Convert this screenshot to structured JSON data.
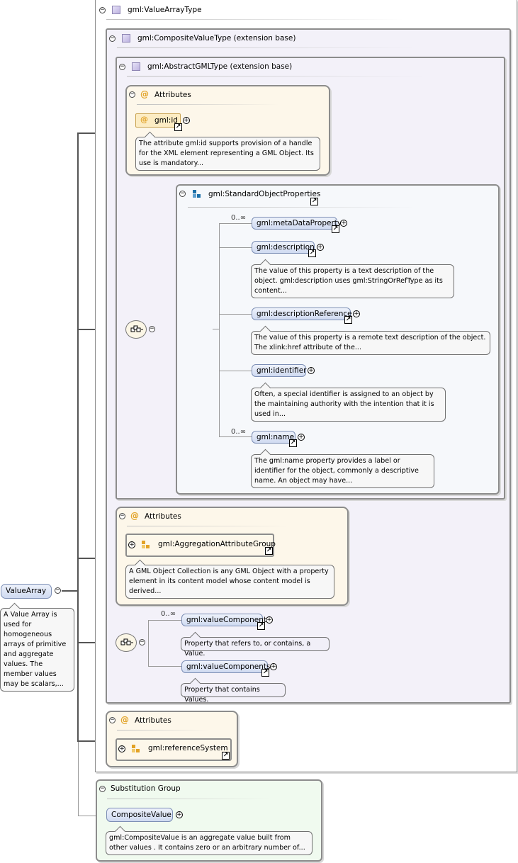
{
  "root_element": {
    "label": "ValueArray",
    "doc": "A Value Array is used for homogeneous arrays of primitive and aggregate values. The member values may be scalars,..."
  },
  "value_array_type": {
    "title": "gml:ValueArrayType"
  },
  "composite_value_type": {
    "title": "gml:CompositeValueType (extension base)"
  },
  "abstract_gml_type": {
    "title": "gml:AbstractGMLType (extension base)"
  },
  "attributes_1": {
    "title": "Attributes",
    "attribute": "gml:id",
    "doc": "The attribute gml:id supports provision of a handle for the XML element representing a GML Object. Its use is mandatory..."
  },
  "standard_object_properties": {
    "title": "gml:StandardObjectProperties",
    "items": [
      {
        "label": "gml:metaDataProperty",
        "card": "0..∞",
        "doc": ""
      },
      {
        "label": "gml:description",
        "card": "",
        "doc": "The value of this property is a text description of the object. gml:description uses gml:StringOrRefType as its content..."
      },
      {
        "label": "gml:descriptionReference",
        "card": "",
        "doc": "The value of this property is a remote text description of the object. The xlink:href attribute of the..."
      },
      {
        "label": "gml:identifier",
        "card": "",
        "doc": "Often, a special identifier is assigned to an object by the maintaining authority with the intention that it is used in..."
      },
      {
        "label": "gml:name",
        "card": "0..∞",
        "doc": "The gml:name property provides a label or identifier for the object, commonly a descriptive name. An object may have..."
      }
    ]
  },
  "attributes_2": {
    "title": "Attributes",
    "group": "gml:AggregationAttributeGroup",
    "doc": "A GML Object Collection is any GML Object with a property element in its content model whose content model is derived..."
  },
  "value_components": {
    "card": "0..∞",
    "items": [
      {
        "label": "gml:valueComponent",
        "doc": "Property that refers to, or contains, a Value."
      },
      {
        "label": "gml:valueComponents",
        "doc": "Property that contains Values."
      }
    ]
  },
  "attributes_3": {
    "title": "Attributes",
    "group": "gml:referenceSystem"
  },
  "substitution_group": {
    "title": "Substitution Group",
    "element": "CompositeValue",
    "doc": "gml:CompositeValue is an aggregate value built from other values . It contains zero or an arbitrary number of..."
  },
  "colors": {
    "element_fill": "#cfdaf1",
    "attribute_fill": "#fcecc3",
    "type_background": "#f3f1f9",
    "attribute_background": "#fdf7ea",
    "substitution_background": "#f0faef",
    "connector": "#555555"
  },
  "icons": {
    "collapse": "minus-circle-icon",
    "expand": "plus-circle-icon",
    "type": "complex-type-icon",
    "attribute": "at-sign-icon",
    "group": "attribute-group-icon",
    "model_group": "model-group-icon",
    "sequence": "sequence-compositor-icon",
    "link": "hyperlink-arrow-icon"
  }
}
